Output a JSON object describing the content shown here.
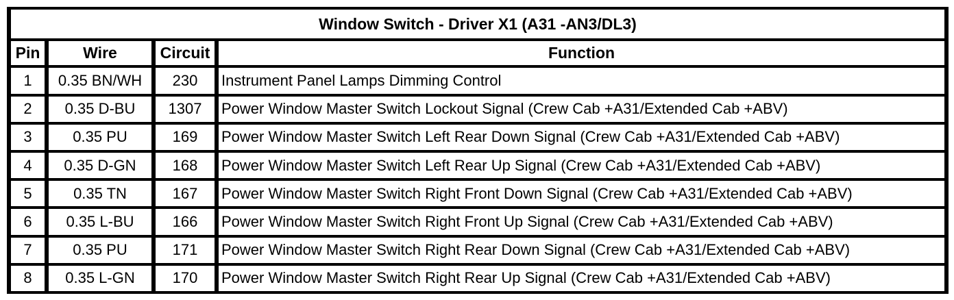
{
  "table": {
    "title": "Window Switch - Driver X1 (A31 -AN3/DL3)",
    "columns": {
      "pin": "Pin",
      "wire": "Wire",
      "circuit": "Circuit",
      "function": "Function"
    },
    "rows": [
      {
        "pin": "1",
        "wire": "0.35 BN/WH",
        "circuit": "230",
        "function": "Instrument Panel Lamps Dimming Control"
      },
      {
        "pin": "2",
        "wire": "0.35 D-BU",
        "circuit": "1307",
        "function": "Power Window Master Switch Lockout Signal (Crew Cab +A31/Extended Cab +ABV)"
      },
      {
        "pin": "3",
        "wire": "0.35 PU",
        "circuit": "169",
        "function": "Power Window Master Switch Left Rear Down Signal (Crew Cab +A31/Extended Cab +ABV)"
      },
      {
        "pin": "4",
        "wire": "0.35 D-GN",
        "circuit": "168",
        "function": "Power Window Master Switch Left Rear Up Signal (Crew Cab +A31/Extended Cab +ABV)"
      },
      {
        "pin": "5",
        "wire": "0.35 TN",
        "circuit": "167",
        "function": "Power Window Master Switch Right Front Down Signal (Crew Cab +A31/Extended Cab +ABV)"
      },
      {
        "pin": "6",
        "wire": "0.35 L-BU",
        "circuit": "166",
        "function": "Power Window Master Switch Right Front Up Signal (Crew Cab +A31/Extended Cab +ABV)"
      },
      {
        "pin": "7",
        "wire": "0.35 PU",
        "circuit": "171",
        "function": "Power Window Master Switch Right Rear Down Signal (Crew Cab +A31/Extended Cab +ABV)"
      },
      {
        "pin": "8",
        "wire": "0.35 L-GN",
        "circuit": "170",
        "function": "Power Window Master Switch Right Rear Up Signal (Crew Cab +A31/Extended Cab +ABV)"
      }
    ],
    "colors": {
      "border": "#000000",
      "background": "#ffffff",
      "text": "#000000"
    }
  }
}
